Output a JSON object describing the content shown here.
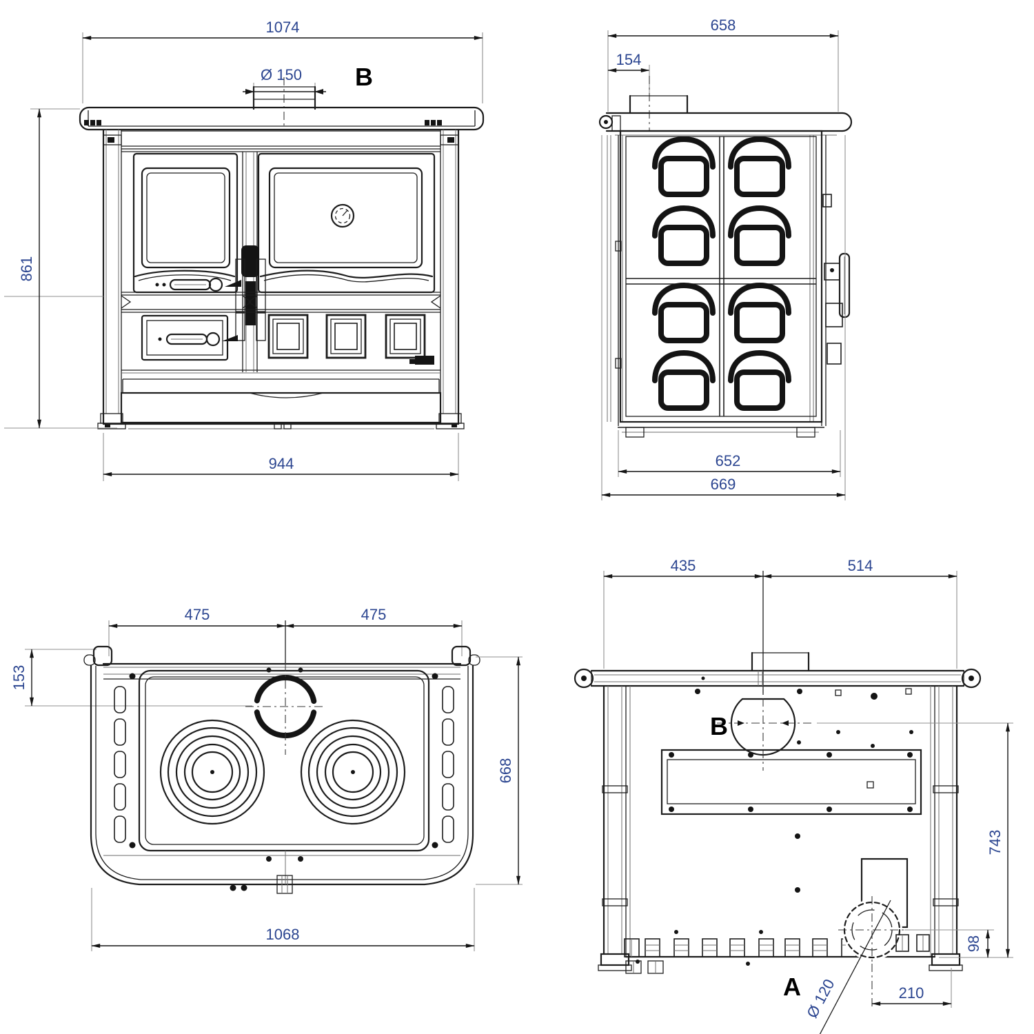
{
  "drawing": {
    "front": {
      "top_width": "1074",
      "flue_diameter": "Ø 150",
      "flue_label": "B",
      "height": "861",
      "bottom_width": "944"
    },
    "side": {
      "top_depth": "658",
      "flue_offset": "154",
      "body_depth": "652",
      "total_depth": "669"
    },
    "top": {
      "left_half_width": "475",
      "right_half_width": "475",
      "flue_from_back": "153",
      "depth": "668",
      "width": "1068"
    },
    "rear": {
      "flue_left_offset": "435",
      "flue_right_offset": "514",
      "flue_label": "B",
      "outlet_label": "A",
      "flue_height": "743",
      "outlet_height": "98",
      "outlet_diameter": "Ø 120",
      "outlet_offset": "210"
    },
    "colors": {
      "dimension_text": "#2b4590",
      "line": "#1c1c1c",
      "label": "#000000"
    }
  }
}
